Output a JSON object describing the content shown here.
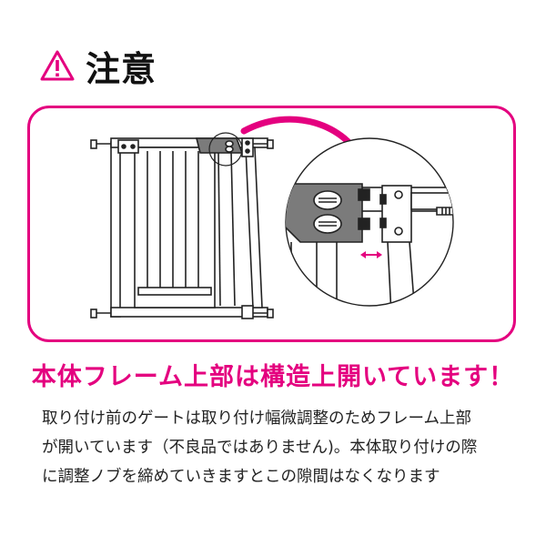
{
  "header": {
    "icon": "warning-triangle-icon",
    "title": "注意"
  },
  "headline": "本体フレーム上部は構造上開いています！",
  "body_lines": [
    "取り付け前のゲートは取り付け幅微調整のためフレーム上部",
    "が開いています（不良品ではありません)。本体取り付けの際",
    "に調整ノブを締めていきますとこの隙間はなくなります"
  ],
  "colors": {
    "accent": "#e4007f",
    "text": "#222222",
    "gray_part": "#7b7b7b"
  }
}
